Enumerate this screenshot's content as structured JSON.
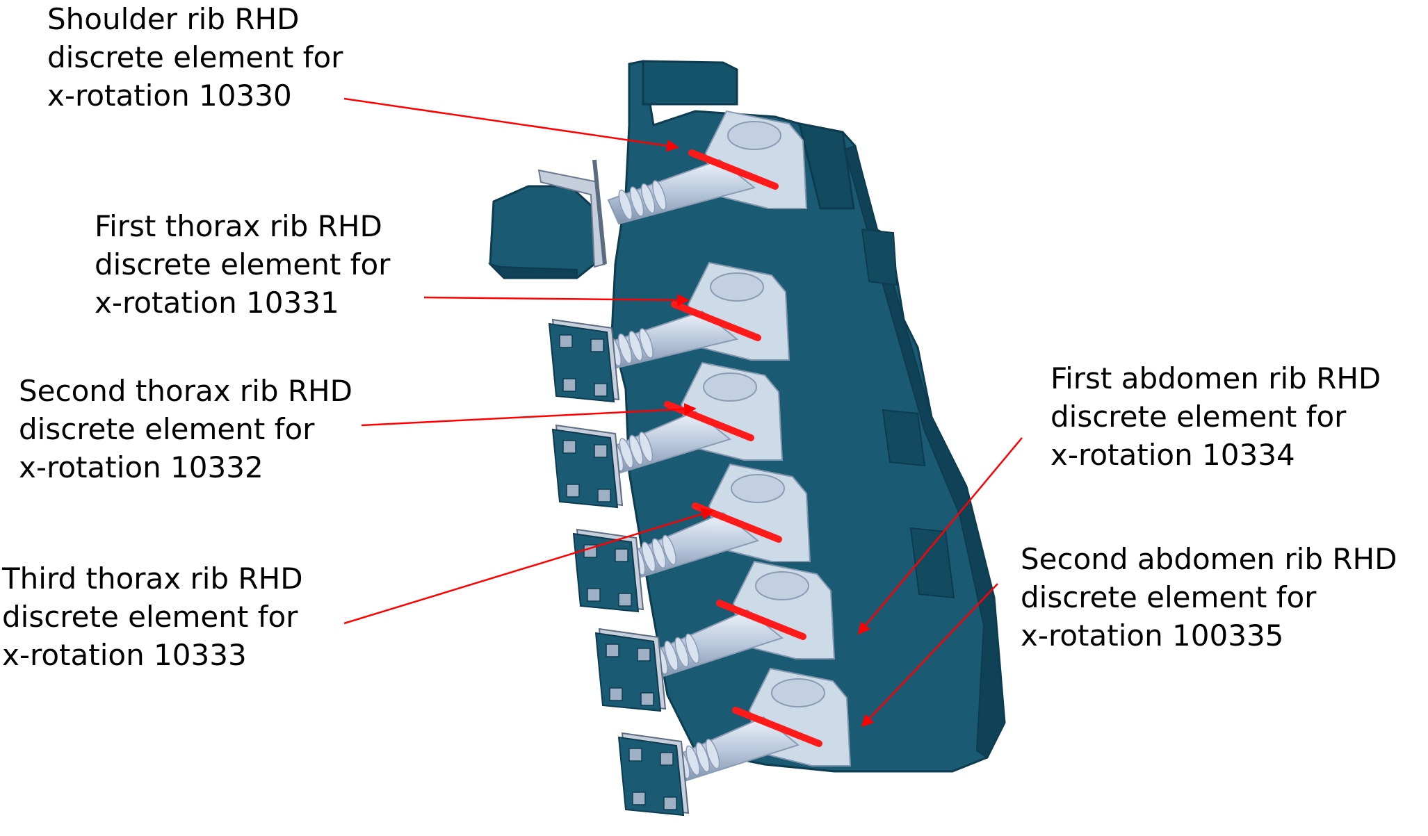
{
  "colors": {
    "plate": "#1a5a73",
    "plate_edge": "#0d3b4f",
    "rib_part": "#d7e1ee",
    "rib_edge": "#8a9bb3",
    "arrow": "#ff0000",
    "element": "#ff1a1a",
    "text": "#000000"
  },
  "labels": [
    {
      "id": "shoulder",
      "lines": [
        "Shoulder rib RHD",
        "discrete element for",
        "x-rotation 10330"
      ]
    },
    {
      "id": "first-thorax",
      "lines": [
        "First thorax rib RHD",
        "discrete element for",
        "x-rotation 10331"
      ]
    },
    {
      "id": "second-thorax",
      "lines": [
        "Second thorax rib RHD",
        "discrete element for",
        "x-rotation 10332"
      ]
    },
    {
      "id": "third-thorax",
      "lines": [
        "Third thorax rib RHD",
        "discrete element for",
        "x-rotation 10333"
      ]
    },
    {
      "id": "first-abdomen",
      "lines": [
        "First abdomen rib RHD",
        "discrete element for",
        "x-rotation 10334"
      ]
    },
    {
      "id": "second-abdomen",
      "lines": [
        "Second abdomen rib RHD",
        "discrete element for",
        "x-rotation 100335"
      ]
    }
  ],
  "icons": [
    "spine-plate-model",
    "rib-module",
    "discrete-element-bar",
    "callout-arrow"
  ]
}
